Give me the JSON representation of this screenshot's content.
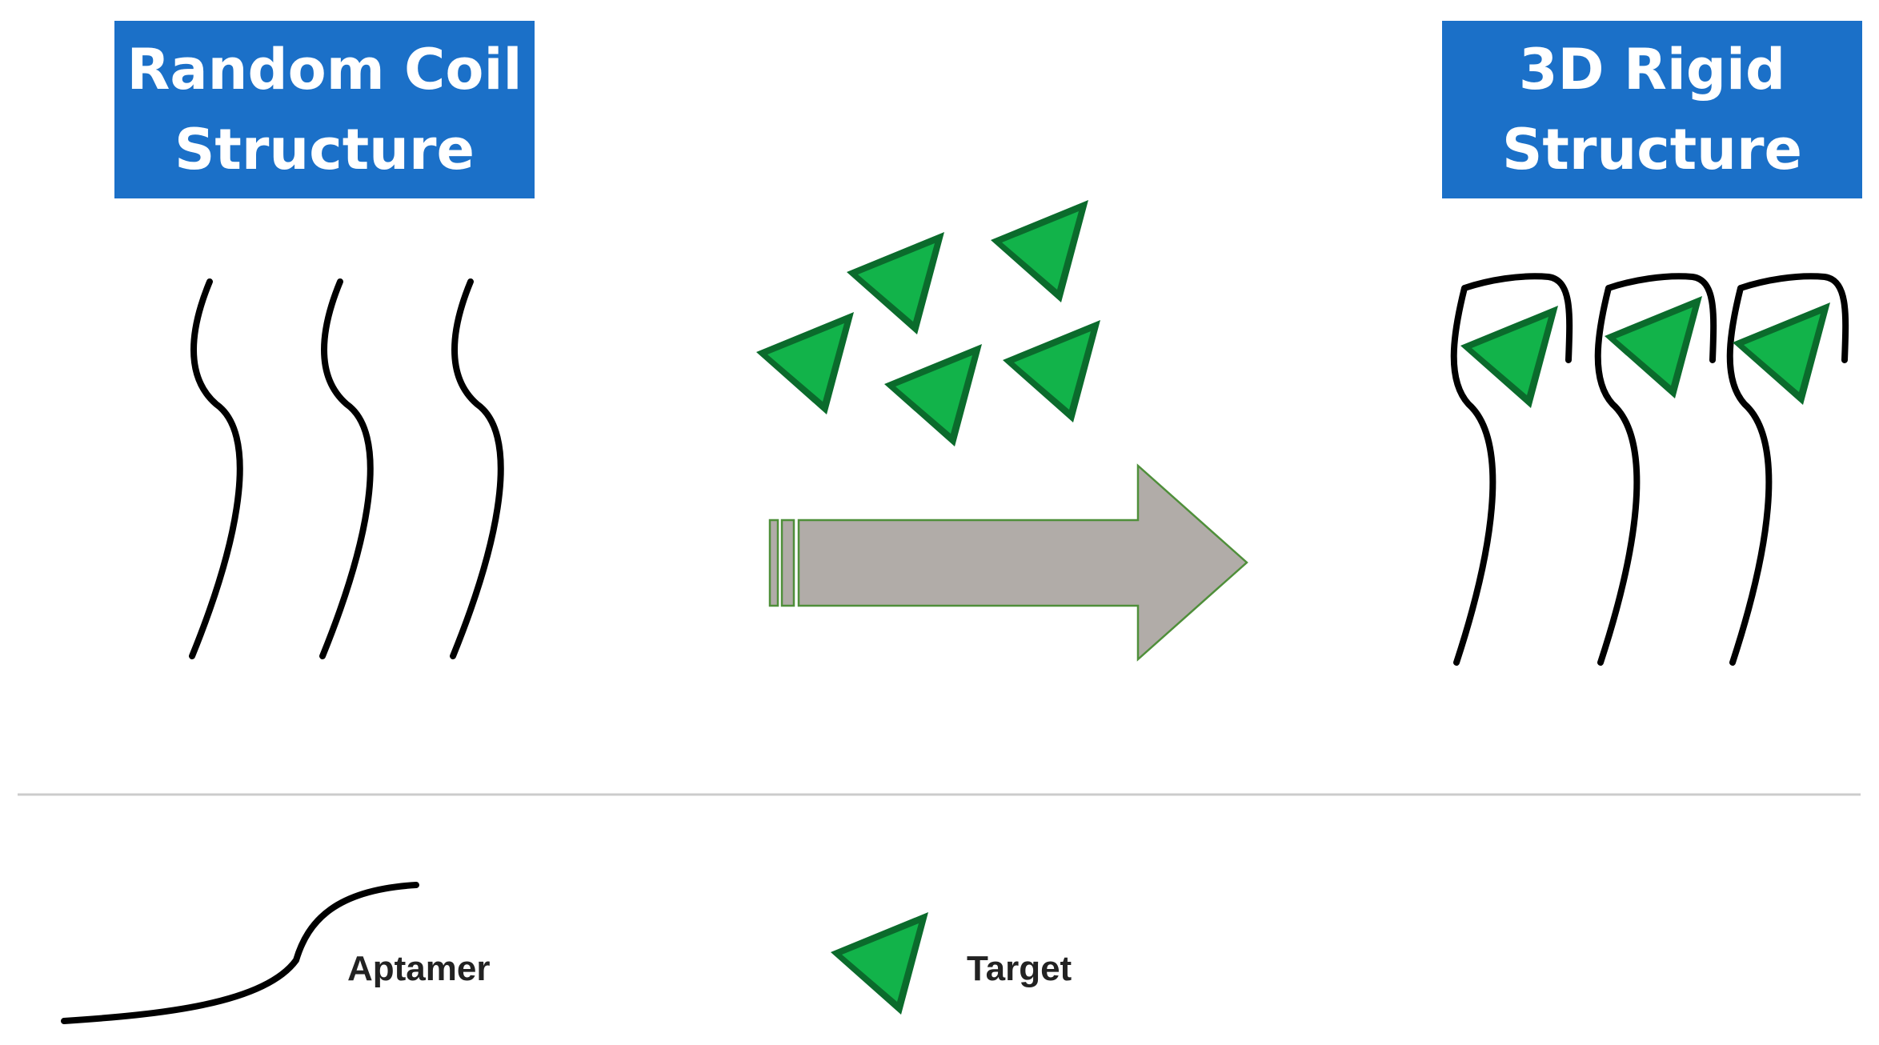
{
  "titles": {
    "left": {
      "line1": "Random Coil",
      "line2": "Structure"
    },
    "right": {
      "line1": "3D Rigid",
      "line2": "Structure"
    }
  },
  "legend": {
    "aptamer": "Aptamer",
    "target": "Target"
  },
  "colors": {
    "title_bg": "#1b70c8",
    "target_fill": "#12b34a",
    "target_dark": "#0b6b2c",
    "arrow_fill": "#b1aca8",
    "arrow_stroke": "#4f8f3a",
    "strand": "#000000",
    "divider": "#cccccc"
  }
}
